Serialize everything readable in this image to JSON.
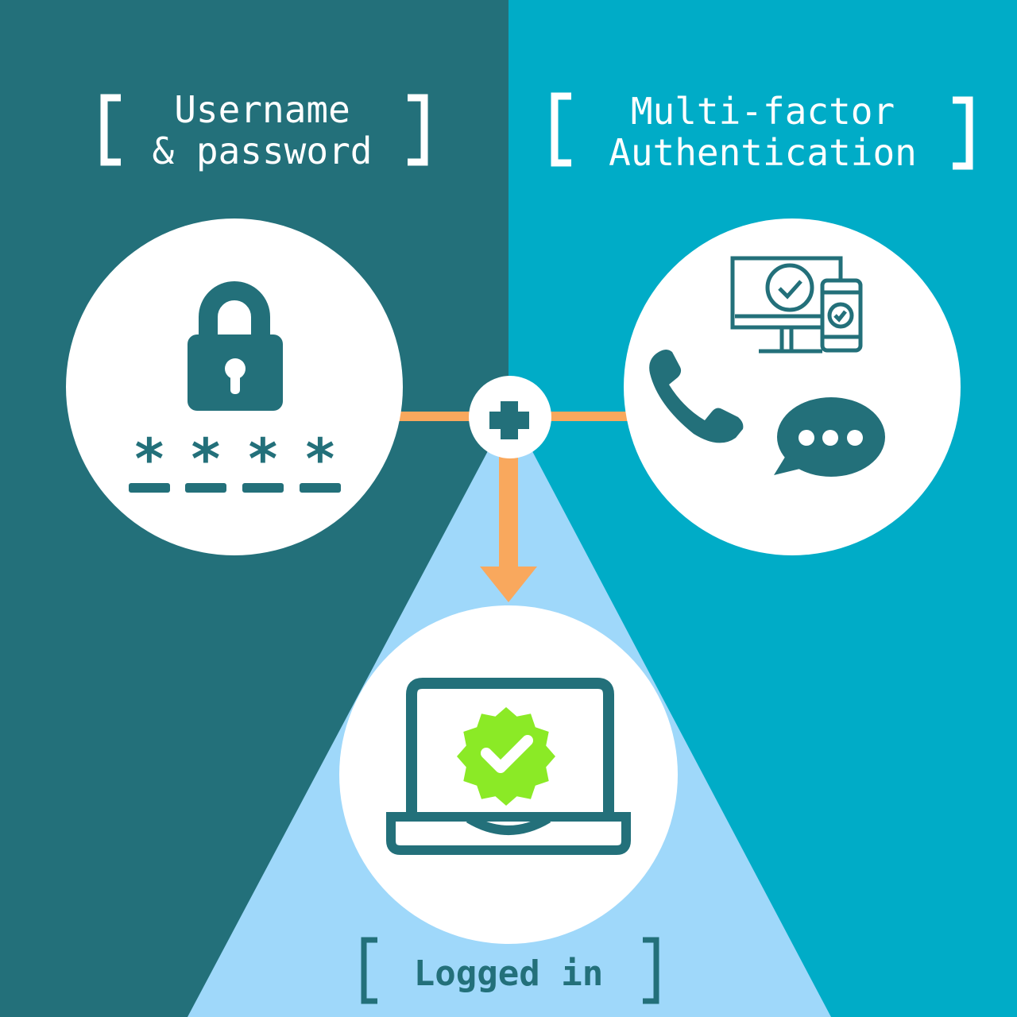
{
  "colors": {
    "left_panel": "#23707a",
    "right_panel": "#00acc7",
    "cone": "#9fd8fa",
    "circle": "#ffffff",
    "icon": "#23707a",
    "connector": "#f9a85d",
    "badge": "#8bea26"
  },
  "left_label": {
    "line1": "Username",
    "line2": "& password"
  },
  "right_label": {
    "line1": "Multi-factor",
    "line2": "Authentication"
  },
  "bottom_label": {
    "text": "Logged in"
  },
  "password_mask": [
    "*",
    "*",
    "*",
    "*"
  ],
  "icons": {
    "lock": "unlocked-padlock-icon",
    "password": "masked-password-icon",
    "devices": "computer-and-phone-check-icon",
    "phone": "phone-handset-icon",
    "chat": "chat-bubble-icon",
    "plus": "plus-icon",
    "arrow": "arrow-down-icon",
    "laptop": "laptop-icon",
    "verified": "verified-badge-check-icon"
  }
}
